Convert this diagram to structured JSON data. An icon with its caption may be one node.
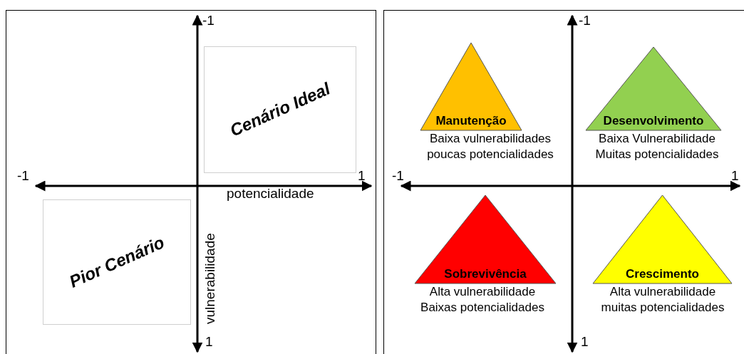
{
  "diagram": {
    "nodes": [
      {
        "text": [
          "Cenário Ideal"
        ]
      },
      {
        "text": [
          "Pior Cenário"
        ]
      },
      {
        "text": [
          "Manutenção"
        ],
        "beside": [
          "Baixa vulnerabilidades poucas potencialidades"
        ]
      },
      {
        "text": [
          "Desenvolvimento"
        ],
        "beside": [
          "Baixa Vulnerabilidade Muitas potencialidades"
        ]
      },
      {
        "text": [
          "Sobrevivência"
        ],
        "beside": [
          "Alta vulnerabilidade Baixas potencialidades"
        ]
      },
      {
        "text": [
          "Crescimento"
        ],
        "beside": [
          "Alta vulnerabilidade muitas potencialidades"
        ]
      }
    ],
    "labels": [
      "-1",
      "-1",
      "1",
      "potencialidade",
      "vulnerabilidade",
      "1",
      "-1",
      "-1",
      "1",
      "1"
    ]
  }
}
